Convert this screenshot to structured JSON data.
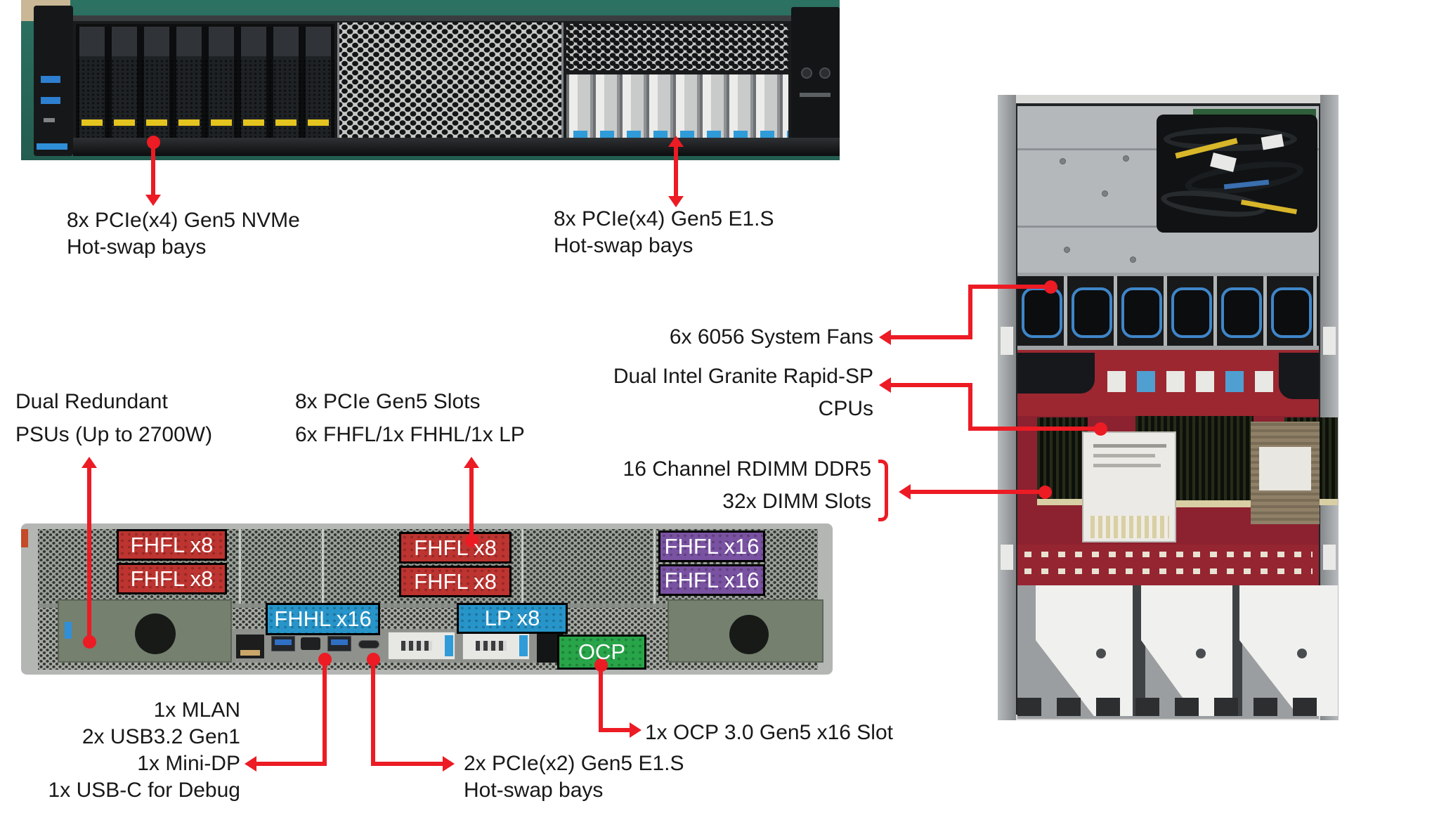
{
  "colors": {
    "arrow_red": "#ec1b24",
    "slot_red": "#bd3430",
    "slot_purple": "#7a52a2",
    "slot_blue": "#2795ca",
    "slot_green": "#28a449"
  },
  "front_view": {
    "nvme_bays": {
      "line1": "8x PCIe(x4) Gen5 NVMe",
      "line2": "Hot-swap bays"
    },
    "e1s_bays": {
      "line1": "8x PCIe(x4) Gen5 E1.S",
      "line2": "Hot-swap bays"
    }
  },
  "rear_view": {
    "psu": {
      "line1": "Dual Redundant",
      "line2": "PSUs (Up to 2700W)"
    },
    "pcie": {
      "line1": "8x PCIe Gen5 Slots",
      "line2": "6x FHFL/1x FHHL/1x LP"
    },
    "slots": [
      {
        "label": "FHFL x8",
        "color": "red"
      },
      {
        "label": "FHFL x8",
        "color": "red"
      },
      {
        "label": "FHFL x8",
        "color": "red"
      },
      {
        "label": "FHFL x8",
        "color": "red"
      },
      {
        "label": "FHFL x16",
        "color": "purple"
      },
      {
        "label": "FHFL x16",
        "color": "purple"
      },
      {
        "label": "FHHL x16",
        "color": "blue"
      },
      {
        "label": "LP x8",
        "color": "blue"
      },
      {
        "label": "OCP",
        "color": "green"
      }
    ],
    "io_panel": {
      "line1": "1x MLAN",
      "line2": "2x USB3.2 Gen1",
      "line3": "1x Mini-DP",
      "line4": "1x USB-C for Debug"
    },
    "rear_e1s": {
      "line1": "2x PCIe(x2) Gen5 E1.S",
      "line2": "Hot-swap bays"
    },
    "ocp": {
      "label": "1x OCP 3.0 Gen5 x16 Slot"
    }
  },
  "internal_view": {
    "fans": {
      "label": "6x 6056 System Fans"
    },
    "cpus": {
      "line1": "Dual Intel Granite Rapid-SP",
      "line2": "CPUs"
    },
    "memory": {
      "line1": "16 Channel RDIMM DDR5",
      "line2": "32x DIMM Slots"
    }
  }
}
